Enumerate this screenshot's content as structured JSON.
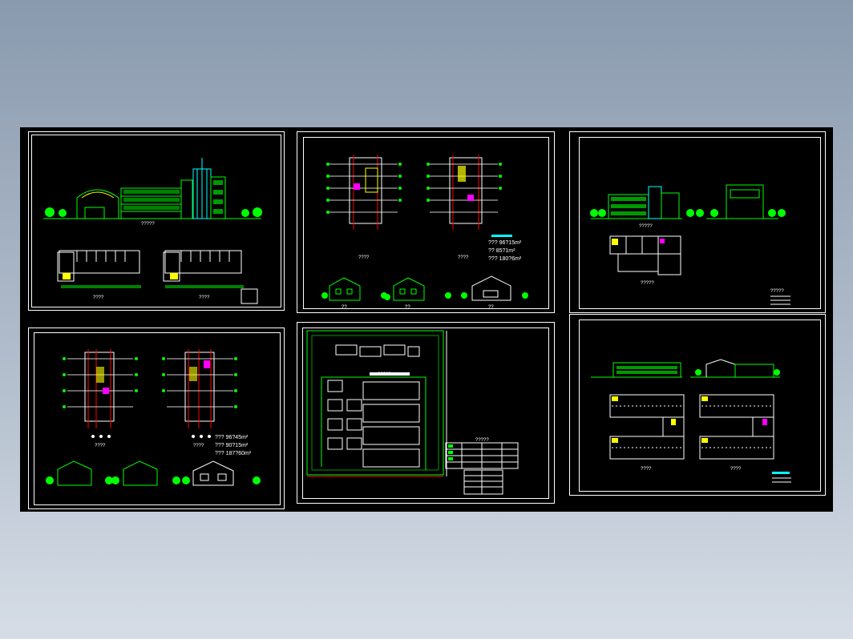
{
  "viewer": {
    "background_color": "#000000",
    "line_colors": {
      "frame": "#ffffff",
      "wall": "#00ff00",
      "accent": "#00ffff",
      "highlight": "#ff00ff",
      "grid": "#ff0000",
      "annotation": "#ffff00"
    }
  },
  "sheets": {
    "top_left": {
      "elevation_caption": "?????",
      "plan1_caption": "????",
      "plan2_caption": "????"
    },
    "top_middle": {
      "plan1_caption": "????",
      "plan2_caption": "????",
      "areas": [
        "??? 96?15m²",
        "??  85?1m²",
        "??? 180?6m²"
      ],
      "elev_captions": [
        "??",
        "??",
        "??"
      ]
    },
    "top_right": {
      "elevation_caption": "?????",
      "plan_caption": "?????",
      "notes_caption": "?????"
    },
    "bottom_left": {
      "plan1_caption": "????",
      "plan2_caption": "????",
      "areas": [
        "??? 96?45m²",
        "??? 90?15m²",
        "??? 187?60m²"
      ]
    },
    "bottom_middle": {
      "site_label": "?????",
      "table_title": "?????"
    },
    "bottom_right": {
      "plan1_caption": "????",
      "plan2_caption": "????"
    }
  }
}
